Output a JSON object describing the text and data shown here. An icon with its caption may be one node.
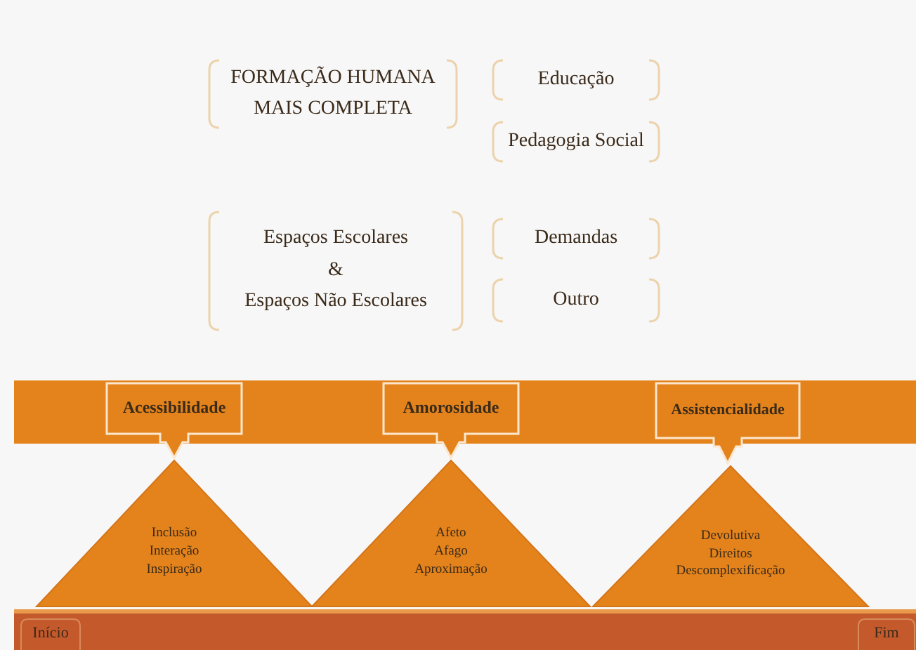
{
  "diagram": {
    "nodes": [
      {
        "text": [
          "FORMAÇÃO HUMANA MAIS COMPLETA"
        ]
      },
      {
        "text": [
          "Educação"
        ]
      },
      {
        "text": [
          "Pedagogia Social"
        ]
      },
      {
        "text": [
          "Espaços Escolares",
          "&",
          "Espaços Não Escolares"
        ]
      },
      {
        "text": [
          "Demandas"
        ]
      },
      {
        "text": [
          "Outro"
        ]
      },
      {
        "text": [
          "Acessibilidade"
        ]
      },
      {
        "text": [
          "Amorosidade"
        ]
      },
      {
        "text": [
          "Assistencialidade"
        ]
      },
      {
        "text": [
          "Inclusão",
          "Interação",
          "Inspiração"
        ]
      },
      {
        "text": [
          "Afeto",
          "Afago",
          "Aproximação"
        ]
      },
      {
        "text": [
          "Devolutiva",
          "Direitos",
          "Descomplexificação"
        ]
      },
      {
        "text": [
          "Início"
        ]
      },
      {
        "text": [
          "Fim"
        ]
      }
    ]
  }
}
